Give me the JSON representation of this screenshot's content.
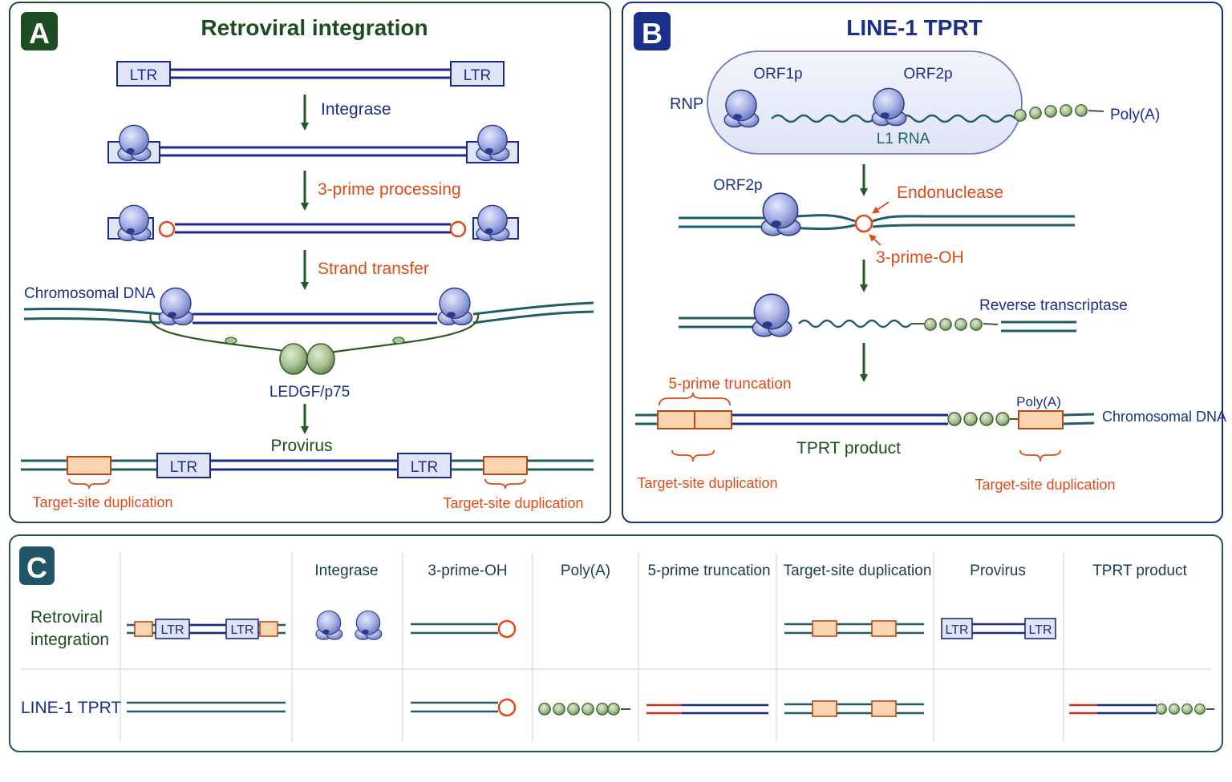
{
  "colors": {
    "panel_a_border": "#1f4a2a",
    "panel_b_border": "#1a2f8a",
    "panel_c_border": "#1f5566",
    "dna_teal": "#1f5f66",
    "provirus_navy": "#1a2a8a",
    "label_navy": "#1a2f8a",
    "label_green": "#1e4d22",
    "label_orange": "#e04a17",
    "arrow_green": "#1f5a22",
    "protein_fill": "#aab4e6",
    "bead_fill": "#a8c493",
    "tsd_fill": "#fbd5b0",
    "tsd_stroke": "#b44a1a"
  },
  "panel_a": {
    "badge": "A",
    "title": "Retroviral integration",
    "ltr_left": "LTR",
    "ltr_right": "LTR",
    "step_integrase": "Integrase",
    "step_processing": "3-prime processing",
    "step_transfer": "Strand transfer",
    "chromosomal_dna": "Chromosomal DNA",
    "ledgf": "LEDGF/p75",
    "provirus": "Provirus",
    "provirus_ltr_left": "LTR",
    "provirus_ltr_right": "LTR",
    "tsd_left": "Target-site duplication",
    "tsd_right": "Target-site duplication"
  },
  "panel_b": {
    "badge": "B",
    "title": "LINE-1 TPRT",
    "rnp": "RNP",
    "orf1p": "ORF1p",
    "orf2p": "ORF2p",
    "l1_rna": "L1 RNA",
    "polya_top": "Poly(A)",
    "orf2p_bind": "ORF2p",
    "endonuclease": "Endonuclease",
    "three_oh": "3-prime-OH",
    "reverse_transcriptase": "Reverse transcriptase",
    "five_prime_truncation": "5-prime truncation",
    "polya_product": "Poly(A)",
    "chromosomal_dna": "Chromosomal DNA",
    "tprt_product": "TPRT product",
    "tsd_left": "Target-site duplication",
    "tsd_right": "Target-site duplication"
  },
  "panel_c": {
    "badge": "C",
    "columns": [
      "Integrase",
      "3-prime-OH",
      "Poly(A)",
      "5-prime truncation",
      "Target-site duplication",
      "Provirus",
      "TPRT product"
    ],
    "row_retroviral_line1": "Retroviral",
    "row_retroviral_line2": "integration",
    "row_line1": "LINE-1 TPRT",
    "ltr_labels": [
      "LTR",
      "LTR"
    ],
    "provirus_ltr_labels": [
      "LTR",
      "LTR"
    ]
  }
}
